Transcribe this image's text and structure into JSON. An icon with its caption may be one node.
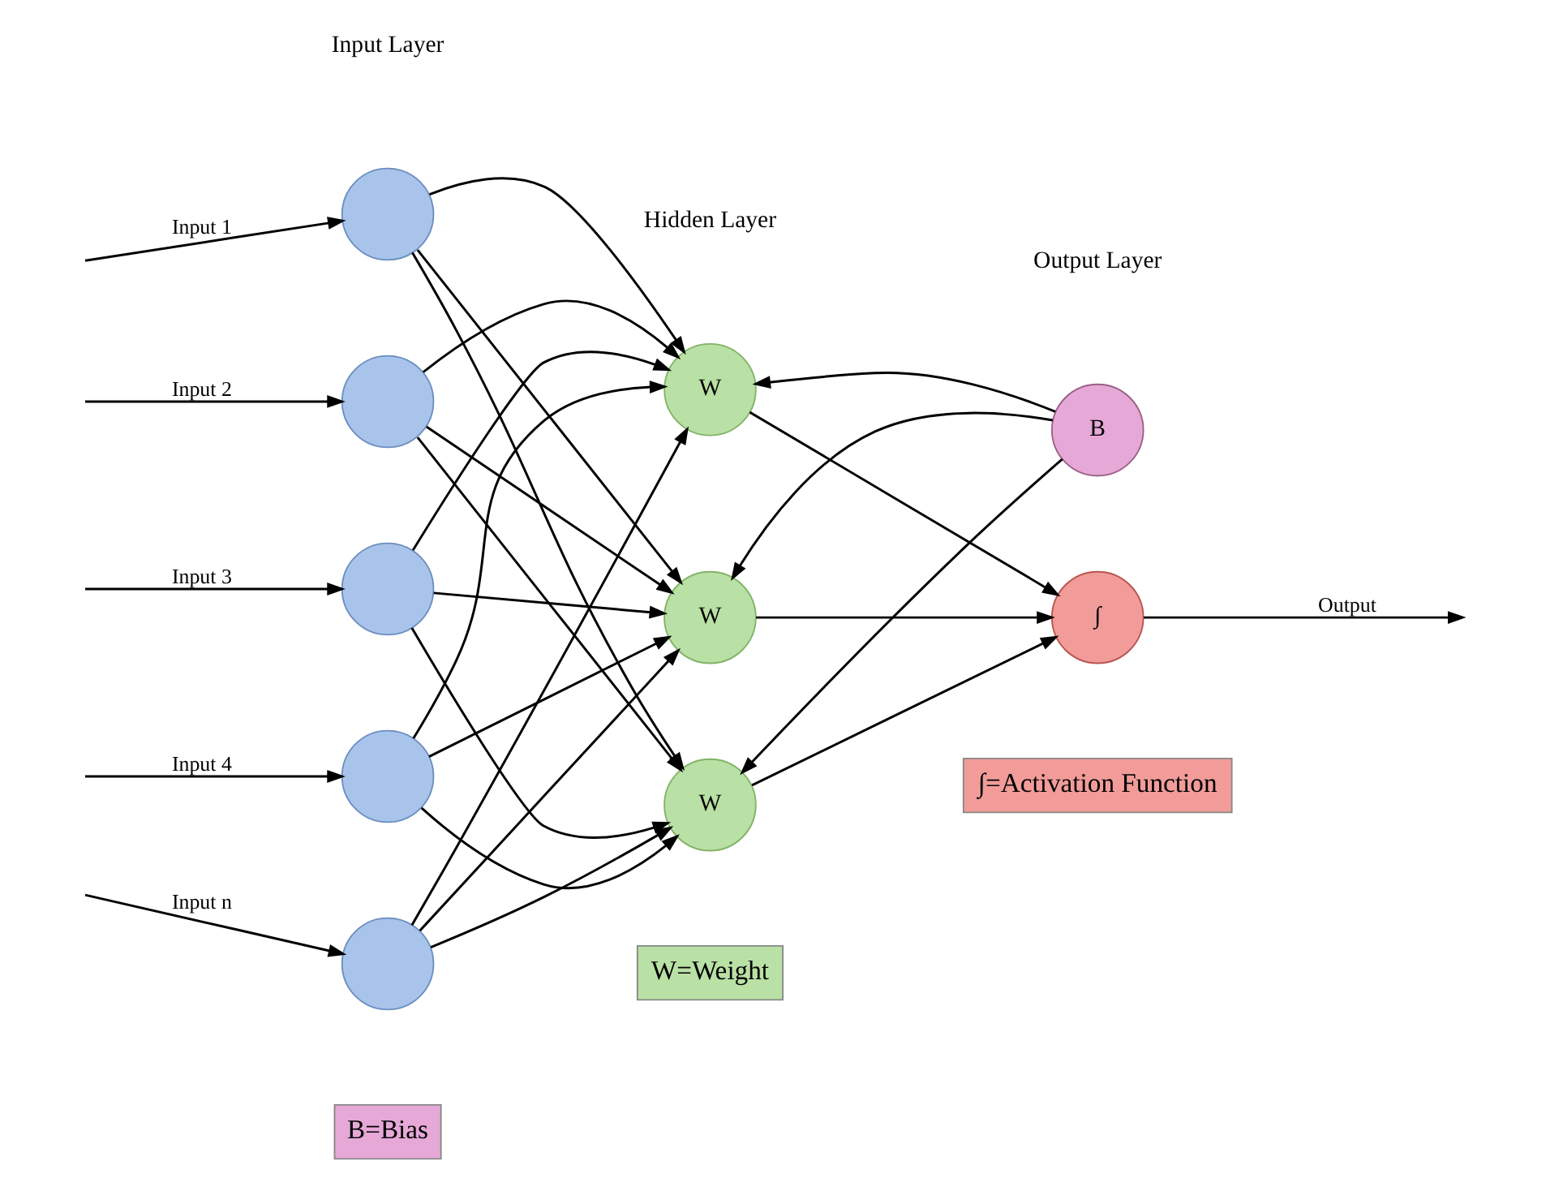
{
  "diagram": {
    "nodes": [
      {
        "text": [],
        "shape": "circle"
      },
      {
        "text": [],
        "shape": "circle"
      },
      {
        "text": [],
        "shape": "circle"
      },
      {
        "text": [],
        "shape": "circle"
      },
      {
        "text": [],
        "shape": "circle"
      },
      {
        "text": [
          "B"
        ]
      },
      {
        "text": [
          "W"
        ]
      },
      {
        "text": [
          "W"
        ]
      },
      {
        "text": [
          "W"
        ]
      },
      {
        "text": [
          "∫"
        ]
      }
    ],
    "edges": [
      {
        "from": null,
        "to": 0,
        "arrow": "to",
        "label": "Input 1"
      },
      {
        "from": null,
        "to": 1,
        "arrow": "to",
        "label": "Input 2"
      },
      {
        "from": null,
        "to": 2,
        "arrow": "to",
        "label": "Input 3"
      },
      {
        "from": null,
        "to": 3,
        "arrow": "to",
        "label": "Input 4"
      },
      {
        "from": null,
        "to": 4,
        "arrow": "to",
        "label": "Input n"
      },
      {
        "from": 0,
        "to": 6,
        "arrow": "to"
      },
      {
        "from": 0,
        "to": 7,
        "arrow": "to"
      },
      {
        "from": 0,
        "to": 8,
        "arrow": "to"
      },
      {
        "from": 1,
        "to": 6,
        "arrow": "to"
      },
      {
        "from": 1,
        "to": 7,
        "arrow": "to"
      },
      {
        "from": 1,
        "to": 8,
        "arrow": "to"
      },
      {
        "from": 2,
        "to": 6,
        "arrow": "to"
      },
      {
        "from": 2,
        "to": 7,
        "arrow": "to"
      },
      {
        "from": 2,
        "to": 8,
        "arrow": "to"
      },
      {
        "from": 3,
        "to": 6,
        "arrow": "to"
      },
      {
        "from": 3,
        "to": 7,
        "arrow": "to"
      },
      {
        "from": 3,
        "to": 8,
        "arrow": "to"
      },
      {
        "from": 4,
        "to": 6,
        "arrow": "to"
      },
      {
        "from": 4,
        "to": 7,
        "arrow": "to"
      },
      {
        "from": 4,
        "to": 8,
        "arrow": "to"
      },
      {
        "from": 5,
        "to": 6,
        "arrow": "to"
      },
      {
        "from": 5,
        "to": 7,
        "arrow": "to"
      },
      {
        "from": 5,
        "to": 8,
        "arrow": "to"
      },
      {
        "from": 6,
        "to": 9,
        "arrow": "to"
      },
      {
        "from": 7,
        "to": 9,
        "arrow": "to"
      },
      {
        "from": 8,
        "to": 9,
        "arrow": "to"
      },
      {
        "from": 9,
        "to": null,
        "arrow": "to",
        "label": "Output"
      }
    ],
    "labels": [
      "Input Layer",
      "Hidden Layer",
      "Output Layer"
    ],
    "legend": [
      {
        "text": "B=Bias",
        "color": "#e6a8d7"
      },
      {
        "text": "W=Weight",
        "color": "#b9e0a5"
      },
      {
        "text": "∫=Activation Function",
        "color": "#f19c99"
      }
    ]
  }
}
